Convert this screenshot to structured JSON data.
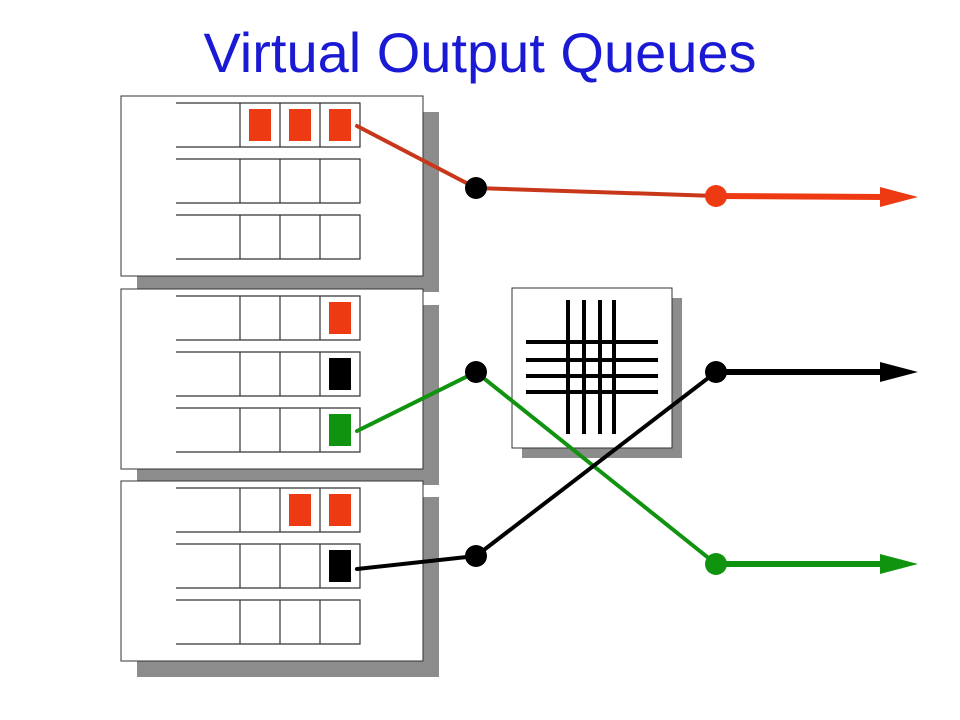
{
  "slide": {
    "title": "Virtual Output Queues"
  },
  "colors": {
    "title": "#1a1ad4",
    "red": "#ee3a12",
    "red_line": "#c8371a",
    "green": "#109410",
    "black": "#000000",
    "shadow": "#8c8c8c",
    "box_border": "#333333"
  },
  "diagram": {
    "input_ports": [
      {
        "name": "input-1",
        "queues": [
          {
            "name": "voq-1",
            "packets": [
              "red",
              "red",
              "red"
            ]
          },
          {
            "name": "voq-2",
            "packets": []
          },
          {
            "name": "voq-3",
            "packets": []
          }
        ]
      },
      {
        "name": "input-2",
        "queues": [
          {
            "name": "voq-1",
            "packets": [
              "red"
            ]
          },
          {
            "name": "voq-2",
            "packets": [
              "black"
            ]
          },
          {
            "name": "voq-3",
            "packets": [
              "green"
            ]
          }
        ]
      },
      {
        "name": "input-3",
        "queues": [
          {
            "name": "voq-1",
            "packets": [
              "red",
              "red"
            ]
          },
          {
            "name": "voq-2",
            "packets": [
              "black"
            ]
          },
          {
            "name": "voq-3",
            "packets": []
          }
        ]
      }
    ],
    "outputs": [
      "red",
      "black",
      "green"
    ],
    "connections": [
      {
        "from_input": 1,
        "to_output": 1,
        "color": "red"
      },
      {
        "from_input": 2,
        "to_output": 3,
        "color": "green"
      },
      {
        "from_input": 3,
        "to_output": 2,
        "color": "black"
      }
    ],
    "crossbar_icon": "crossbar-switch-icon"
  }
}
